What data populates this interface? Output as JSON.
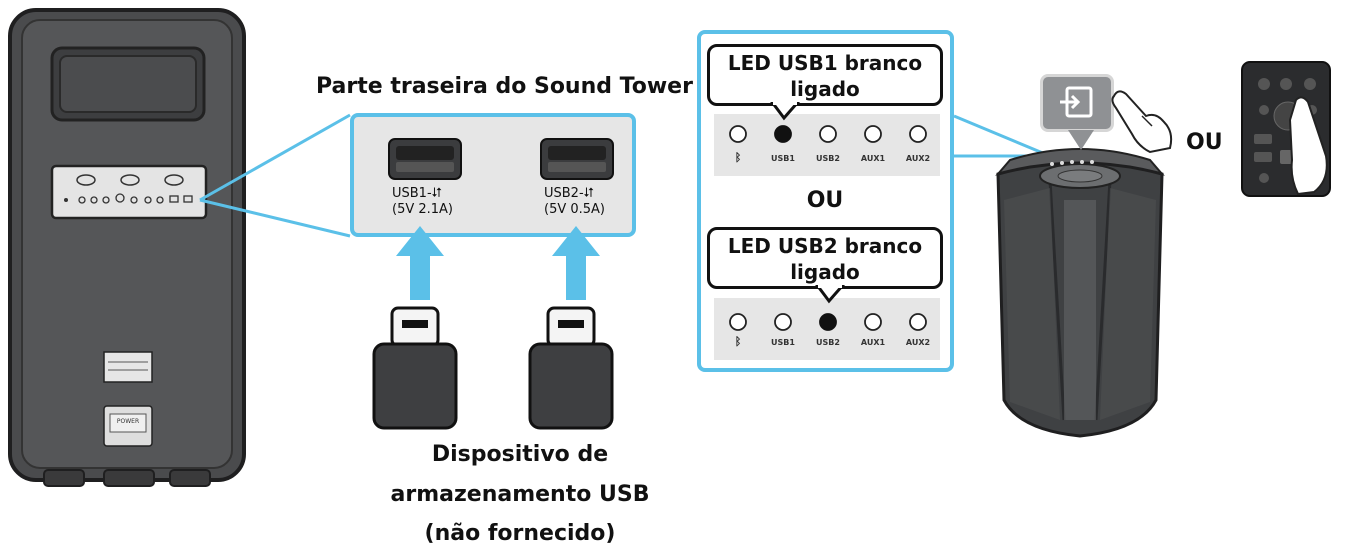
{
  "rear_title": "Parte traseira do Sound Tower",
  "ports": [
    {
      "name": "USB1",
      "spec": "(5V 2.1A)"
    },
    {
      "name": "USB2",
      "spec": "(5V 0.5A)"
    }
  ],
  "device_caption": [
    "Dispositivo de",
    "armazenamento USB",
    "(não fornecido)"
  ],
  "led_callouts": [
    {
      "line1": "LED USB1 branco",
      "line2": "ligado",
      "active_index": 1
    },
    {
      "line1": "LED USB2 branco",
      "line2": "ligado",
      "active_index": 2
    }
  ],
  "led_labels": [
    "",
    "USB1",
    "USB2",
    "AUX1",
    "AUX2"
  ],
  "or_label": "OU",
  "speaker_button_label": "POWER",
  "colors": {
    "accent": "#5bc0e8",
    "panel": "#e6e6e6",
    "speaker": "#3f4143"
  }
}
